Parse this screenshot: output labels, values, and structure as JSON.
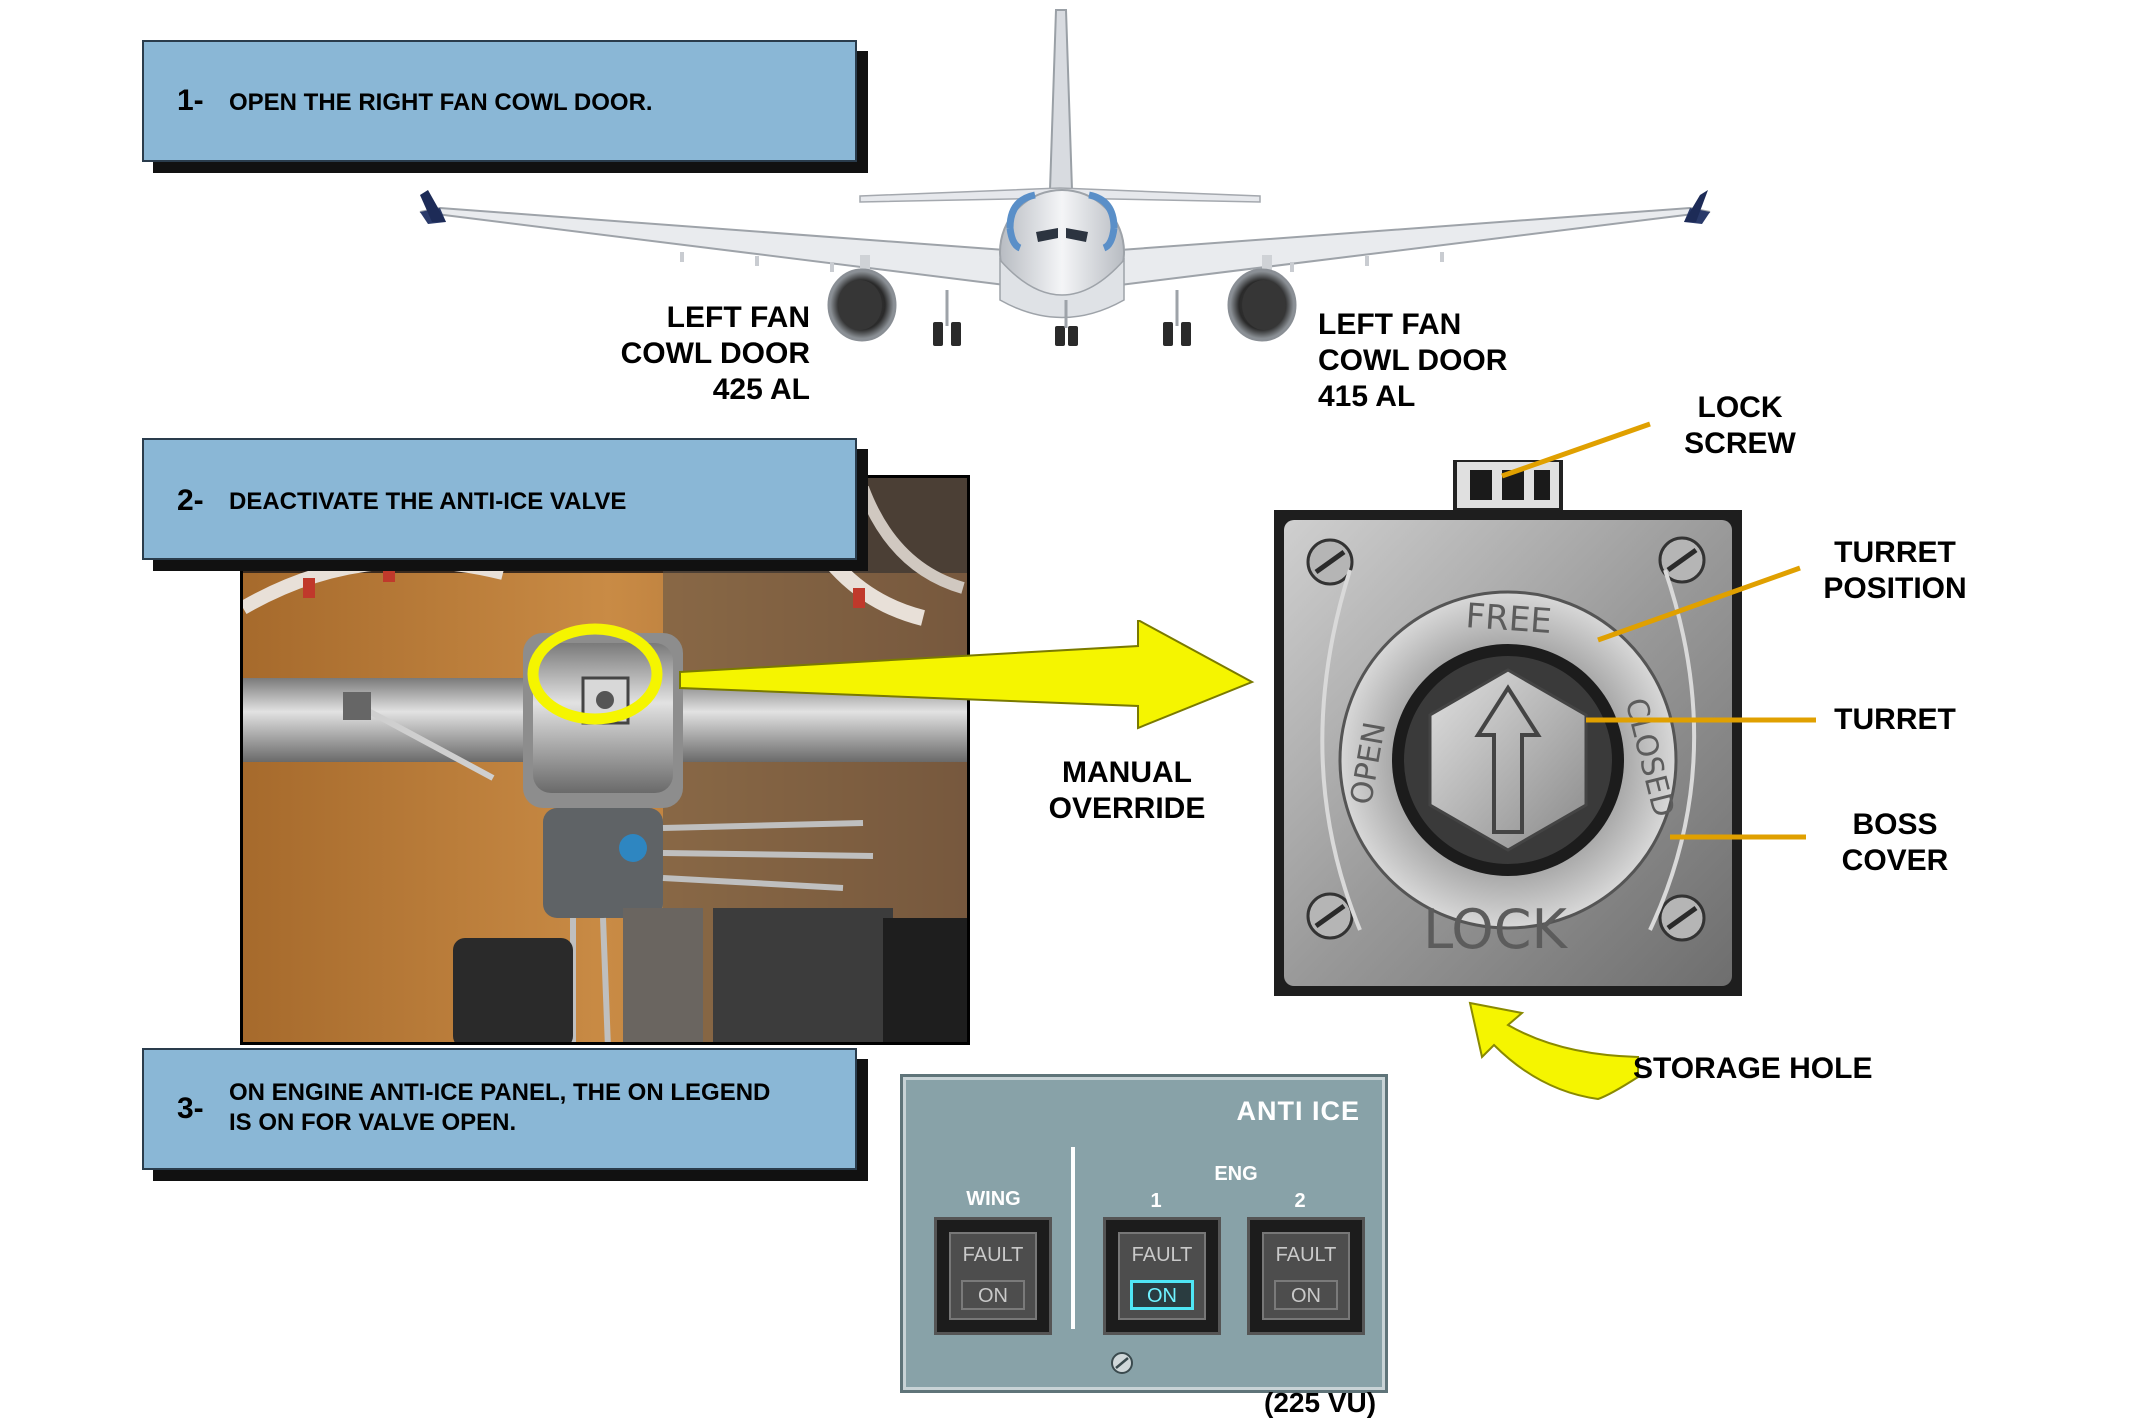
{
  "steps": [
    {
      "number": "1-",
      "text": "OPEN THE RIGHT FAN COWL DOOR."
    },
    {
      "number": "2-",
      "text": "DEACTIVATE THE ANTI-ICE VALVE"
    },
    {
      "number": "3-",
      "text_line1": "ON ENGINE ANTI-ICE PANEL, THE ON LEGEND",
      "text_line2": "IS ON FOR VALVE OPEN."
    }
  ],
  "aircraft_labels": {
    "left": {
      "line1": "LEFT FAN",
      "line2": "COWL DOOR",
      "line3": "425 AL"
    },
    "right": {
      "line1": "LEFT FAN",
      "line2": "COWL DOOR",
      "line3": "415 AL"
    }
  },
  "valve_labels": {
    "manual_override": {
      "line1": "MANUAL",
      "line2": "OVERRIDE"
    },
    "lock_screw": {
      "line1": "LOCK",
      "line2": "SCREW"
    },
    "turret_position": {
      "line1": "TURRET",
      "line2": "POSITION"
    },
    "turret": "TURRET",
    "boss_cover": {
      "line1": "BOSS",
      "line2": "COVER"
    },
    "storage_hole": "STORAGE HOLE"
  },
  "turret_markings": {
    "free": "FREE",
    "open": "OPEN",
    "closed": "CLOSED",
    "lock": "LOCK"
  },
  "panel": {
    "title": "ANTI ICE",
    "wing_label": "WING",
    "eng_label": "ENG",
    "eng1_label": "1",
    "eng2_label": "2",
    "fault_legend": "FAULT",
    "on_legend": "ON",
    "reference": "(225 VU)",
    "lit_color": "#4fe6f5"
  },
  "colors": {
    "step_box": "#8ab7d6",
    "arrow": "#f5f500",
    "leader_line": "#e0a000"
  }
}
